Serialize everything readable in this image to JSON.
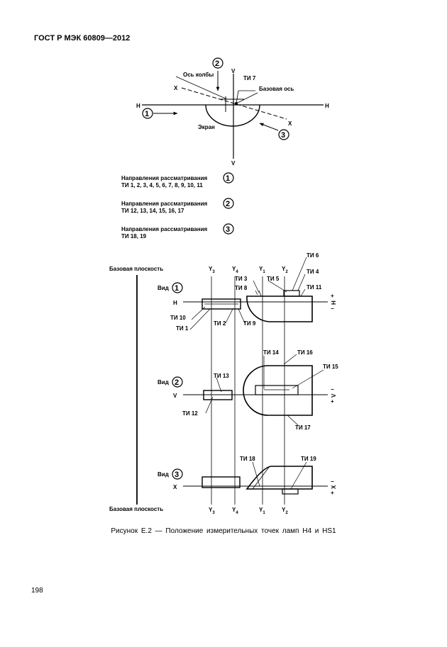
{
  "header": {
    "standard": "ГОСТ Р МЭК 60809—2012"
  },
  "top_diagram": {
    "bulb_axis": "Ось колбы",
    "ti7": "ТИ 7",
    "base_axis": "Базовая ось",
    "screen": "Экран",
    "H": "H",
    "V": "V",
    "X": "X",
    "marker1": "1",
    "marker2": "2",
    "marker3": "3"
  },
  "legend": [
    {
      "line1": "Направления рассматривания",
      "line2": "ТИ 1, 2, 3, 4, 5, 6, 7, 8, 9, 10, 11",
      "marker": "1"
    },
    {
      "line1": "Направления рассматривания",
      "line2": "ТИ 12, 13, 14, 15, 16, 17",
      "marker": "2"
    },
    {
      "line1": "Направления рассматривания",
      "line2": "ТИ 18, 19",
      "marker": "3"
    }
  ],
  "bottom_diagram": {
    "base_plane_top": "Базовая плоскость",
    "base_plane_bottom": "Базовая плоскость",
    "view": "Вид",
    "Y": "Y",
    "sub1": "1",
    "sub2": "2",
    "sub3": "3",
    "sub4": "4",
    "ti": {
      "t1": "ТИ 1",
      "t2": "ТИ 2",
      "t3": "ТИ 3",
      "t4": "ТИ 4",
      "t5": "ТИ 5",
      "t6": "ТИ 6",
      "t8": "ТИ 8",
      "t9": "ТИ 9",
      "t10": "ТИ 10",
      "t11": "ТИ 11",
      "t12": "ТИ 12",
      "t13": "ТИ 13",
      "t14": "ТИ 14",
      "t15": "ТИ 15",
      "t16": "ТИ 16",
      "t17": "ТИ 17",
      "t18": "ТИ 18",
      "t19": "ТИ 19"
    },
    "plus": "+",
    "minus": "−"
  },
  "caption": "Рисунок Е.2 — Положение измерительных точек ламп Н4 и HS1",
  "page_number": "198"
}
